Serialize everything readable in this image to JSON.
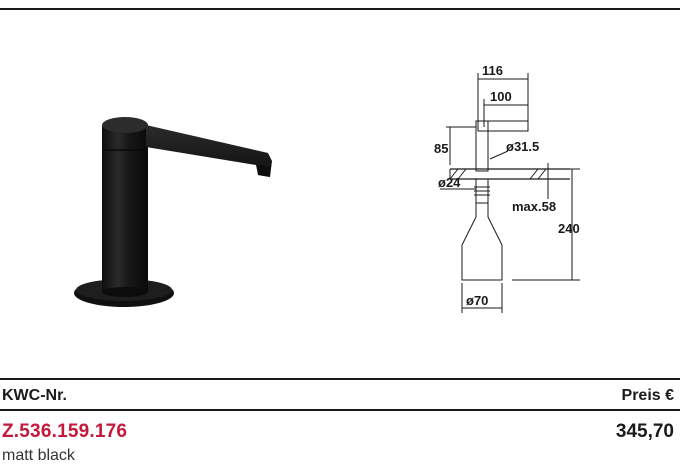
{
  "drawing": {
    "dim_116": "116",
    "dim_100": "100",
    "dim_85": "85",
    "dim_d31_5": "ø31.5",
    "dim_d24": "ø24",
    "dim_max58": "max.58",
    "dim_240": "240",
    "dim_d70": "ø70"
  },
  "table": {
    "col_article": "KWC-Nr.",
    "col_price": "Preis €",
    "rows": [
      {
        "article_number": "Z.536.159.176",
        "price": "345,70",
        "finish": "matt black"
      }
    ]
  },
  "colors": {
    "accent": "#c4183c",
    "text": "#1a1a1a",
    "product": "#1c1c1c"
  }
}
